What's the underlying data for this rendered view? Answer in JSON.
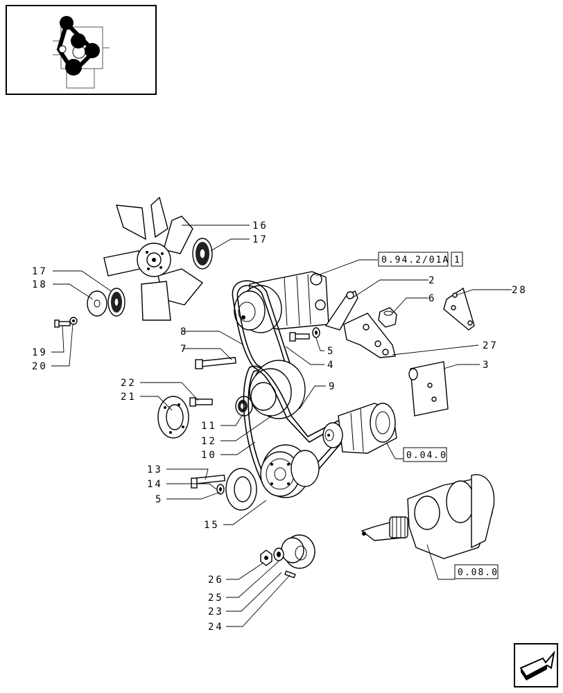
{
  "labels": {
    "l16": "16",
    "l17a": "17",
    "l17b": "17",
    "l18": "18",
    "l19": "19",
    "l20": "20",
    "l2": "2",
    "l6": "6",
    "l28": "28",
    "l8": "8",
    "l7": "7",
    "l5a": "5",
    "l4": "4",
    "l27": "27",
    "l3": "3",
    "l9": "9",
    "l22": "22",
    "l21": "21",
    "l11": "11",
    "l12": "12",
    "l10": "10",
    "l13": "13",
    "l14": "14",
    "l5b": "5",
    "l15": "15",
    "l26": "26",
    "l25": "25",
    "l23": "23",
    "l24": "24",
    "l1": "1"
  },
  "refs": {
    "r1": "0.94.2/01A",
    "r2": "0.04.0",
    "r3": "0.08.0"
  },
  "icons": {
    "thumbnail": "engine-thumbnail-icon",
    "navigation": "page-navigation-arrow-icon"
  }
}
